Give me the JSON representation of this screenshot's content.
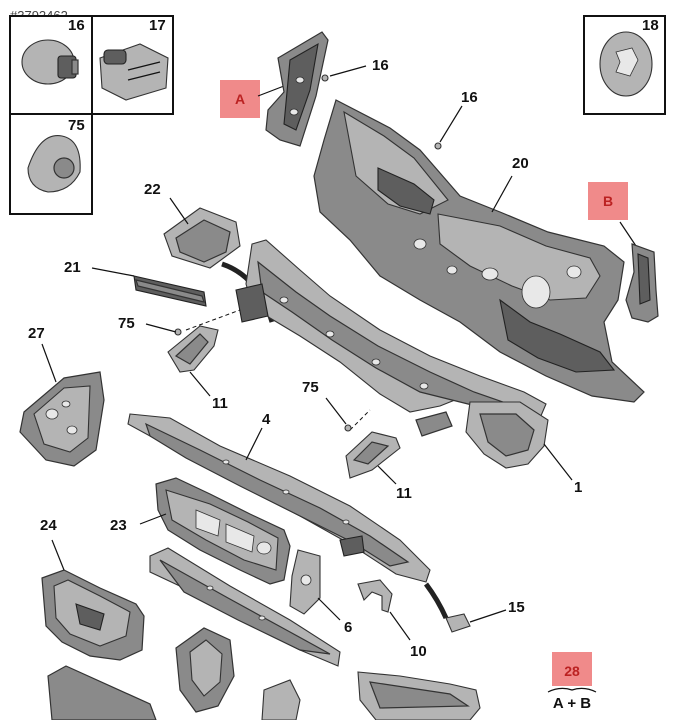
{
  "watermark": "#3792462",
  "callouts": {
    "c16_box": "16",
    "c17_box": "17",
    "c75_box": "75",
    "c18_box": "18",
    "c16_a": "16",
    "c16_b": "16",
    "c20": "20",
    "c22": "22",
    "c21": "21",
    "c75_a": "75",
    "c27": "27",
    "c11_a": "11",
    "c75_b": "75",
    "c4": "4",
    "c11_b": "11",
    "c1": "1",
    "c24": "24",
    "c23": "23",
    "c6": "6",
    "c15": "15",
    "c10": "10",
    "c28": "28"
  },
  "tags": {
    "tag_a": "A",
    "tag_b": "B",
    "legend_28": "A + B"
  }
}
